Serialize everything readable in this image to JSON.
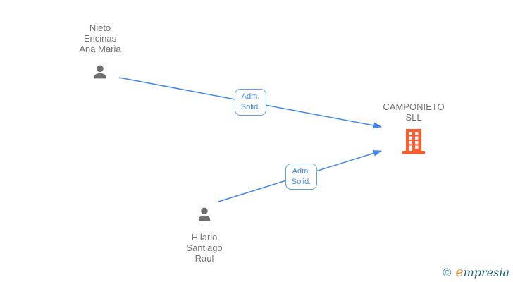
{
  "diagram": {
    "company": {
      "name_line1": "CAMPONIETO",
      "name_line2": "SLL",
      "icon": "building-icon",
      "icon_color": "#ff5b2e"
    },
    "persons": [
      {
        "name_line1": "Nieto",
        "name_line2": "Encinas",
        "name_line3": "Ana Maria",
        "icon": "person-icon",
        "icon_color": "#6f6f6f"
      },
      {
        "name_line1": "Hilario",
        "name_line2": "Santiago",
        "name_line3": "Raul",
        "icon": "person-icon",
        "icon_color": "#6f6f6f"
      }
    ],
    "edges": [
      {
        "from": "Nieto Encinas Ana Maria",
        "to": "CAMPONIETO SLL",
        "label_line1": "Adm.",
        "label_line2": "Solid."
      },
      {
        "from": "Hilario Santiago Raul",
        "to": "CAMPONIETO SLL",
        "label_line1": "Adm.",
        "label_line2": "Solid."
      }
    ],
    "colors": {
      "edge_blue": "#4285f4",
      "label_text_gray": "#757575",
      "company_orange": "#ff5b2e"
    }
  },
  "footer": {
    "copyright_symbol": "©",
    "brand_first_letter": "e",
    "brand_rest": "mpresia"
  }
}
